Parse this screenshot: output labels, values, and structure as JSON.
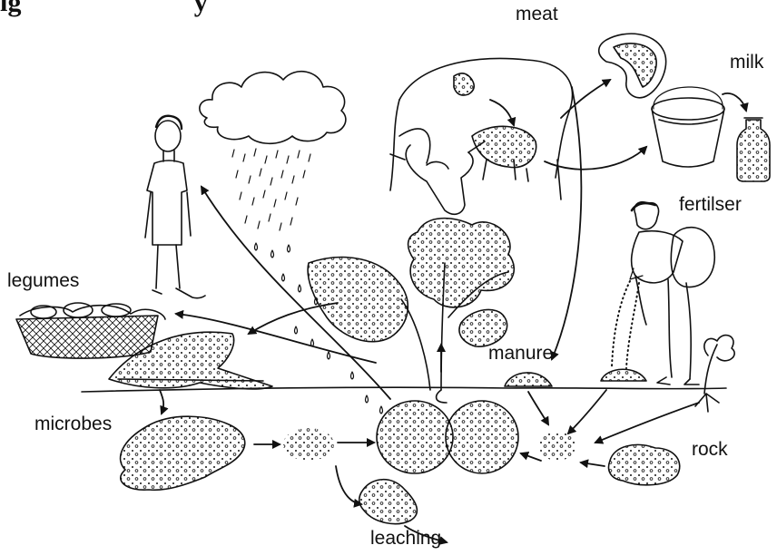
{
  "title": {
    "visible_start": "ig",
    "visible_end": "y"
  },
  "labels": {
    "meat": "meat",
    "milk": "milk",
    "fertiliser": "fertilser",
    "legumes": "legumes",
    "manure": "manure",
    "microbes": "microbes",
    "rock": "rock",
    "leaching": "leaching"
  },
  "colors": {
    "ink": "#111111",
    "background": "#ffffff"
  }
}
